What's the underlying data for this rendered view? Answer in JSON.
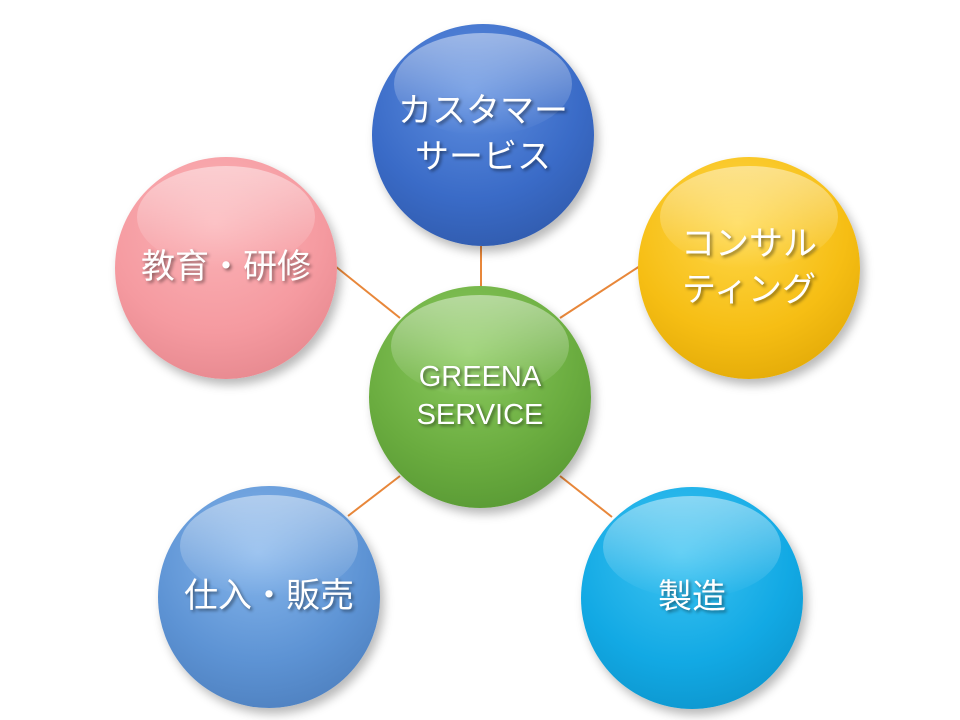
{
  "diagram": {
    "center": {
      "label": "GREENA\nSERVICE",
      "color": "#6aac3f"
    },
    "nodes": {
      "customer_service": {
        "label": "カスタマー\nサービス",
        "color": "#3a6bc7"
      },
      "consulting": {
        "label": "コンサル\nティング",
        "color": "#f6be14"
      },
      "manufacturing": {
        "label": "製造",
        "color": "#12a9e4"
      },
      "purchase_sales": {
        "label": "仕入・販売",
        "color": "#5d93d4"
      },
      "education_training": {
        "label": "教育・研修",
        "color": "#f59aa0"
      }
    },
    "connector_color": "#e8873a"
  }
}
